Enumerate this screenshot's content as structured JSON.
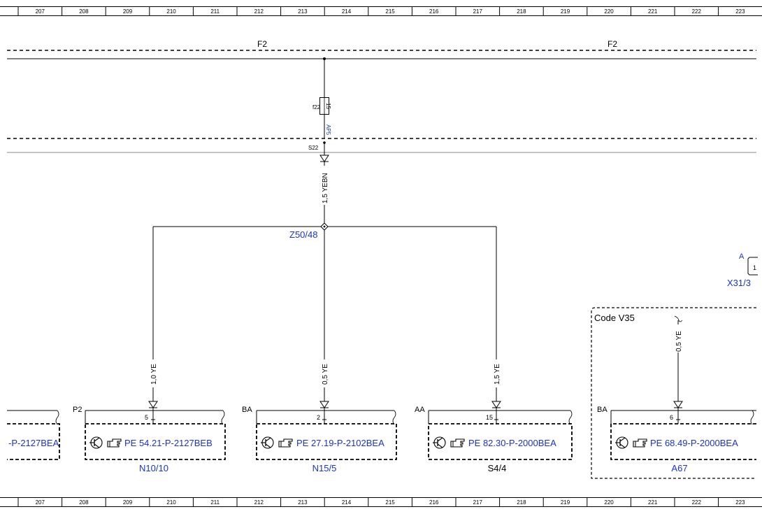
{
  "ruler": {
    "columns": [
      "207",
      "208",
      "209",
      "210",
      "211",
      "212",
      "213",
      "214",
      "215",
      "216",
      "217",
      "218",
      "219",
      "220",
      "221",
      "222",
      "223"
    ]
  },
  "bus": {
    "left_label": "F2",
    "right_label": "F2"
  },
  "fuse": {
    "id": "f22",
    "rating": "15",
    "terminal": "AP5",
    "splice_label": "S22",
    "wire_label": "1,5 YEBN"
  },
  "junction": {
    "label": "Z50/48"
  },
  "branches": [
    {
      "wire": "1,0 YE",
      "port": "P2",
      "pin": "5",
      "pe": "PE 54.21-P-2127BEB",
      "name": "N10/10",
      "name_color": "#1a33cc"
    },
    {
      "wire": "0,5 YE",
      "port": "BA",
      "pin": "2",
      "pe": "PE 27.19-P-2102BEA",
      "name": "N15/5",
      "name_color": "#1a33cc"
    },
    {
      "wire": "1,5 YE",
      "port": "AA",
      "pin": "15",
      "pe": "PE 82.30-P-2000BEA",
      "name": "S4/4",
      "name_color": "#000000"
    }
  ],
  "partial_left": {
    "pe": "-P-2127BEA"
  },
  "code_box": {
    "label": "Code V35",
    "wire": "0,5 YE",
    "port": "BA",
    "pin": "6",
    "pe": "PE 68.49-P-2000BEA",
    "name": "A67"
  },
  "connector": {
    "port": "A",
    "pin": "1",
    "name": "X31/3"
  },
  "colors": {
    "link_blue": "#1a33cc",
    "line": "#000000",
    "grey_line": "#888888"
  }
}
